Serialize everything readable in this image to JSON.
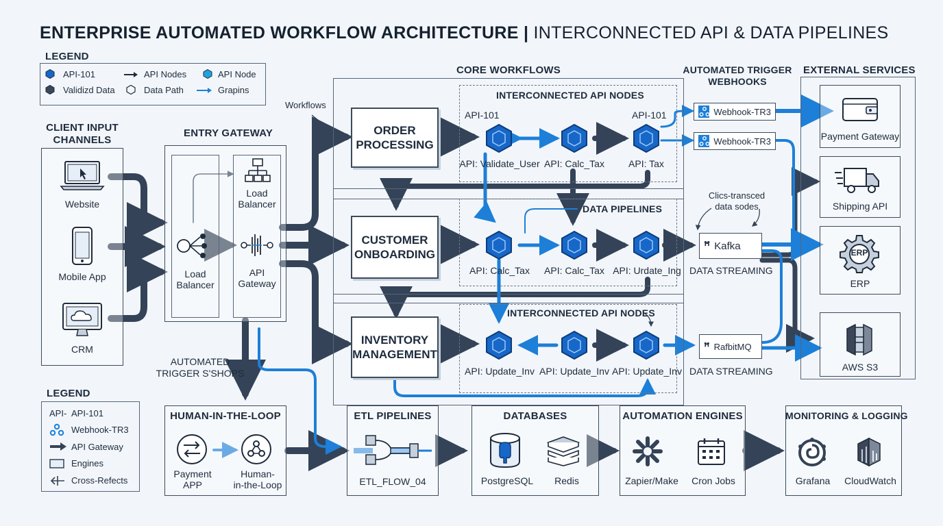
{
  "title": {
    "main": "ENTERPRISE AUTOMATED WORKFLOW ARCHITECTURE",
    "separator": "|",
    "sub": "INTERCONNECTED API & DATA PIPELINES"
  },
  "legend_top": {
    "title": "LEGEND",
    "items": [
      {
        "label": "API-101",
        "icon": "hexagon-filled-blue"
      },
      {
        "label": "API Nodes",
        "icon": "arrow-right"
      },
      {
        "label": "API Node",
        "icon": "hexagon-cyan"
      },
      {
        "label": "Validizd Data",
        "icon": "hexagon-filled-dark"
      },
      {
        "label": "Data Path",
        "icon": "hexagon-outline"
      },
      {
        "label": "Grapins",
        "icon": "arrow-blue"
      }
    ]
  },
  "client": {
    "title_line1": "CLIENT INPUT",
    "title_line2": "CHANNELS",
    "items": [
      "Website",
      "Mobile App",
      "CRM"
    ]
  },
  "gateway": {
    "title": "ENTRY GATEWAY",
    "lb_top_line1": "Load",
    "lb_top_line2": "Balancer",
    "lb_line1": "Load",
    "lb_line2": "Balancer",
    "api_line1": "API",
    "api_line2": "Gateway"
  },
  "annotations": {
    "workflows": "Workflows",
    "trigger_line1": "AUTOMATED",
    "trigger_line2": "TRIGGER S'SHOPS",
    "clics_line1": "Clics-transced",
    "clics_line2": "data sodes"
  },
  "core": {
    "title": "CORE WORKFLOWS",
    "row1": {
      "workflow_line1": "ORDER",
      "workflow_line2": "PROCESSING",
      "section": "INTERCONNECTED API NODES",
      "above_left": "API-101",
      "above_right": "API-101",
      "nodes": [
        "API: Validate_User",
        "API: Calc_Tax",
        "API: Tax"
      ]
    },
    "row2": {
      "workflow_line1": "CUSTOMER",
      "workflow_line2": "ONBOARDING",
      "section": "DATA PIPELINES",
      "nodes": [
        "API: Calc_Tax",
        "API: Calc_Tax",
        "API: Urdate_Ing"
      ]
    },
    "row3": {
      "workflow_line1": "INVENTORY",
      "workflow_line2": "MANAGEMENT",
      "section": "INTERCONNECTED API NODES",
      "nodes": [
        "API: Update_Inv",
        "API: Update_Inv",
        "API: Update_Inv"
      ]
    }
  },
  "triggers": {
    "title_line1": "AUTOMATED TRIGGER",
    "title_line2": "WEBHOOKS",
    "items": [
      "Webhook-TR3",
      "Webhook-TR3"
    ]
  },
  "streaming": {
    "kafka": "Kafka",
    "rabbit": "RafbitMQ",
    "label1": "DATA STREAMING",
    "label2": "DATA STREAMING"
  },
  "external": {
    "title": "EXTERNAL SERVICES",
    "items": [
      "Payment Gateway",
      "Shipping API",
      "ERP",
      "AWS S3"
    ],
    "erp_badge": "ERP"
  },
  "legend_bottom": {
    "title": "LEGEND",
    "items": [
      {
        "prefix": "API-",
        "label": "API-101"
      },
      {
        "label": "Webhook-TR3"
      },
      {
        "label": "API Gateway"
      },
      {
        "label": "Engines"
      },
      {
        "label": "Cross-Refects"
      }
    ]
  },
  "human": {
    "title": "HUMAN-IN-THE-LOOP",
    "left_line1": "Payment",
    "left_line2": "APP",
    "right_line1": "Human-",
    "right_line2": "in-the-Loop"
  },
  "etl": {
    "title": "ETL PIPELINES",
    "item": "ETL_FLOW_04"
  },
  "databases": {
    "title": "DATABASES",
    "items": [
      "PostgreSQL",
      "Redis"
    ]
  },
  "automation": {
    "title": "AUTOMATION ENGINES",
    "items": [
      "Zapier/Make",
      "Cron Jobs"
    ]
  },
  "monitoring": {
    "title": "MONITORING & LOGGING",
    "items": [
      "Grafana",
      "CloudWatch"
    ]
  },
  "colors": {
    "ink": "#1e2b3c",
    "dark_arrow": "#344357",
    "blue": "#1d7fd8",
    "node_fill": "#1767c9",
    "paper": "#f2f6fa"
  }
}
